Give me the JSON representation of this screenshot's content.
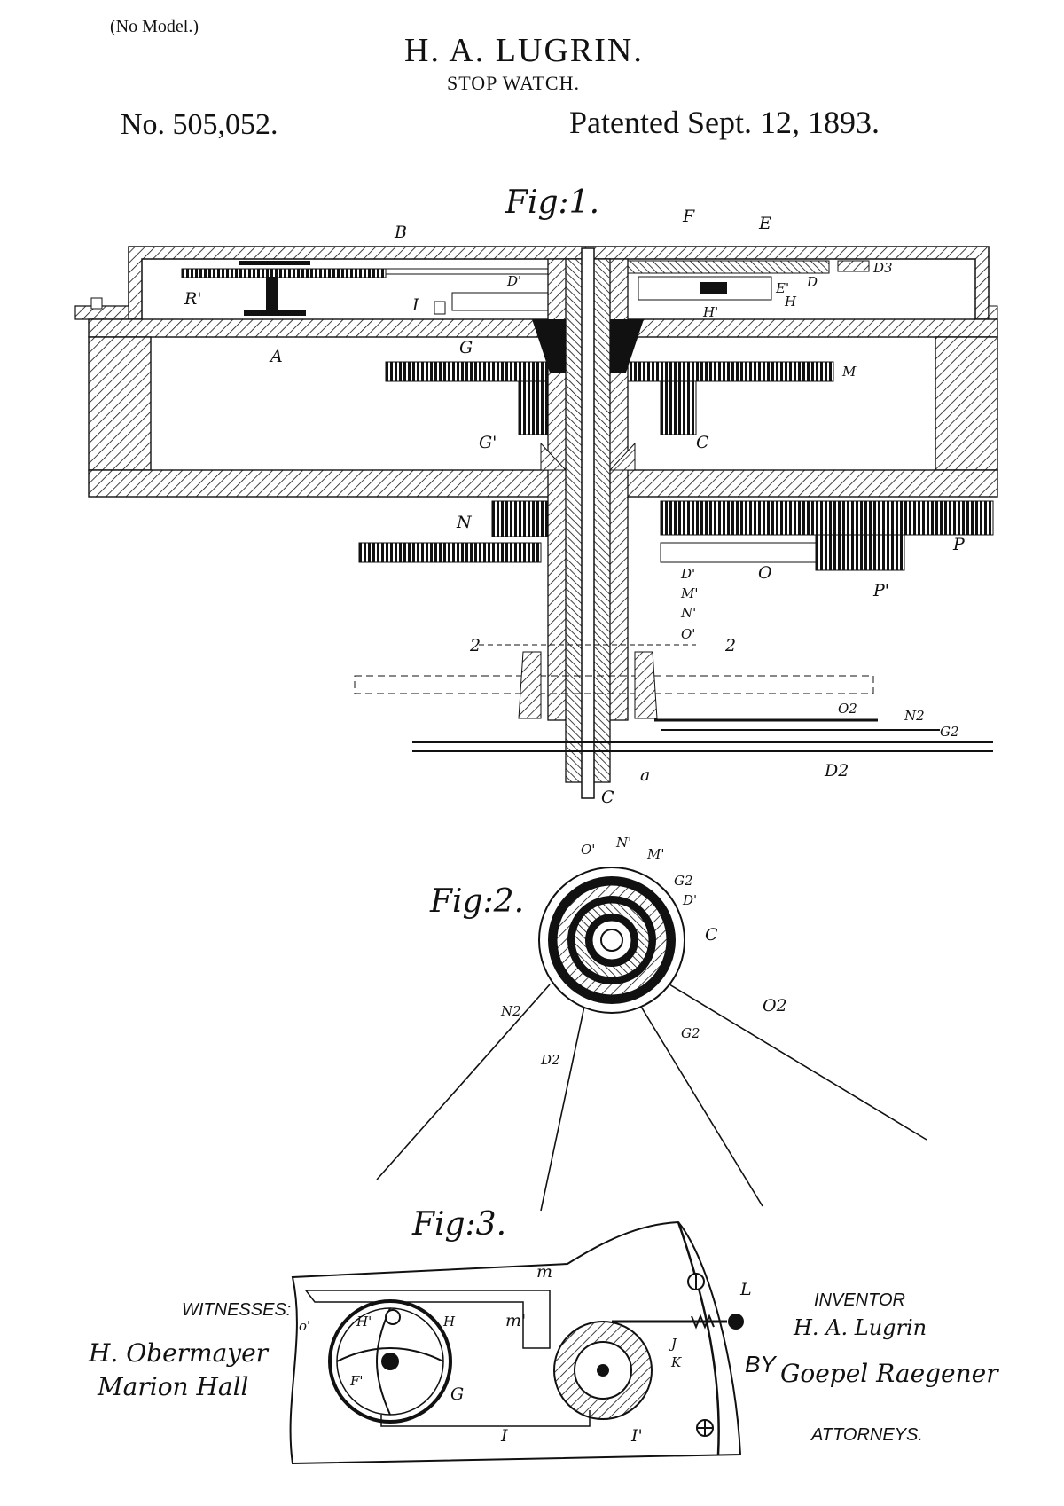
{
  "header": {
    "model_note": "(No Model.)",
    "inventor_name": "H. A. LUGRIN.",
    "invention": "STOP WATCH.",
    "patent_number": "No. 505,052.",
    "patent_date": "Patented Sept. 12, 1893."
  },
  "figures": {
    "fig1": "Fig:1.",
    "fig2": "Fig:2.",
    "fig3": "Fig:3."
  },
  "fig1_labels": [
    "B",
    "F",
    "E",
    "D3",
    "D",
    "D'",
    "R'",
    "I",
    "E'",
    "H",
    "H'",
    "G",
    "A",
    "M",
    "G'",
    "C",
    "N",
    "P",
    "D'",
    "O",
    "M'",
    "P'",
    "N'",
    "2",
    "O'",
    "2",
    "O2",
    "N2",
    "G2",
    "D2",
    "a",
    "C"
  ],
  "fig2_labels": [
    "O'",
    "N'",
    "M'",
    "G2",
    "D'",
    "C",
    "N2",
    "O2",
    "D2",
    "G2"
  ],
  "fig3_labels": [
    "m",
    "L",
    "o'",
    "H'",
    "H",
    "m'",
    "J",
    "K",
    "F'",
    "G",
    "I",
    "I'"
  ],
  "footer": {
    "witnesses_label": "WITNESSES:",
    "witness_1": "H. Obermayer",
    "witness_2": "Marion Hall",
    "inventor_label": "INVENTOR",
    "inventor_signature": "H. A. Lugrin",
    "by_label": "BY",
    "attorney_signature": "Goepel Raegener",
    "attorneys_label": "ATTORNEYS."
  }
}
